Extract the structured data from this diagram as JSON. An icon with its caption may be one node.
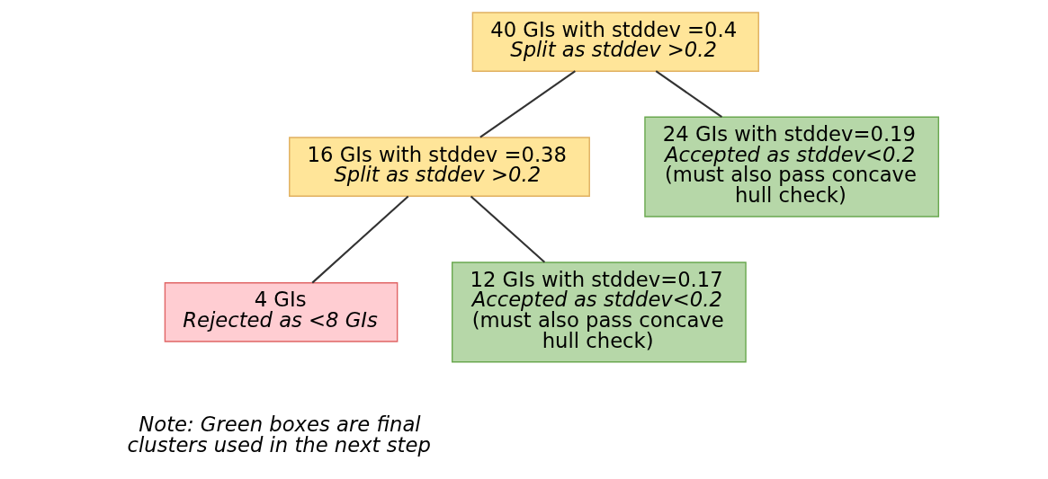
{
  "diagram": {
    "nodes": [
      {
        "text": [
          "40 GIs with stddev =0.4",
          "Split as stddev >0.2"
        ]
      },
      {
        "text": [
          "16 GIs with stddev =0.38",
          "Split as stddev >0.2"
        ]
      },
      {
        "text": [
          "24 GIs with stddev=0.19",
          "Accepted as stddev<0.2",
          "(must also pass concave hull check)"
        ]
      },
      {
        "text": [
          "4 GIs",
          "Rejected as <8 GIs"
        ]
      },
      {
        "text": [
          "12 GIs with stddev=0.17",
          "Accepted as stddev<0.2",
          "(must also pass concave hull check)"
        ]
      }
    ],
    "edges": [
      {
        "from": 0,
        "to": 1,
        "arrow": "none"
      },
      {
        "from": 0,
        "to": 2,
        "arrow": "none"
      },
      {
        "from": 1,
        "to": 3,
        "arrow": "none"
      },
      {
        "from": 1,
        "to": 4,
        "arrow": "none"
      }
    ],
    "labels": [
      "Note: Green boxes are final clusters used in the next step"
    ]
  }
}
